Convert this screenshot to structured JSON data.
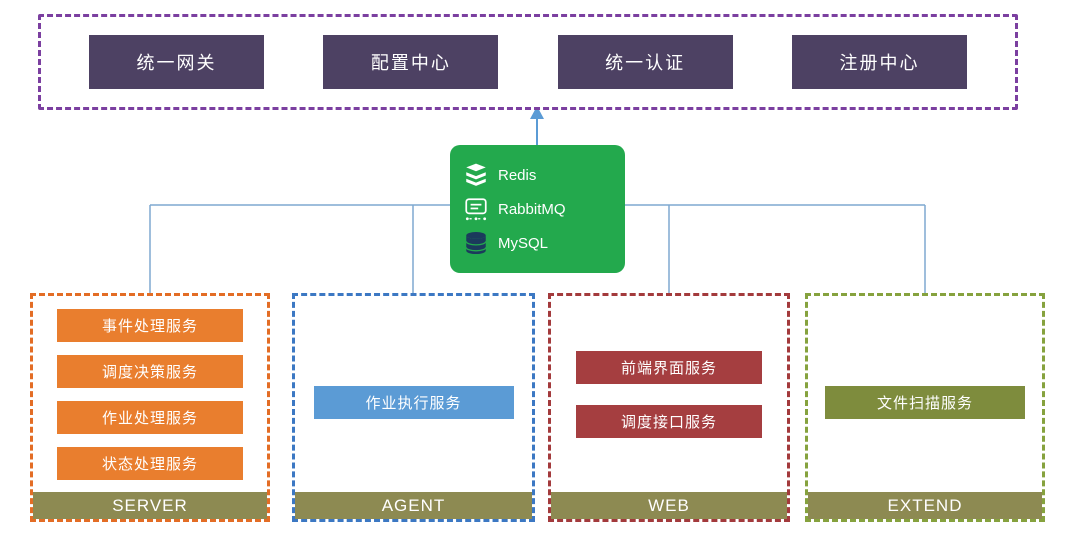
{
  "top_band": {
    "items": [
      {
        "label": "统一网关"
      },
      {
        "label": "配置中心"
      },
      {
        "label": "统一认证"
      },
      {
        "label": "注册中心"
      }
    ]
  },
  "middleware": {
    "items": [
      {
        "label": "Redis"
      },
      {
        "label": "RabbitMQ"
      },
      {
        "label": "MySQL"
      }
    ]
  },
  "groups": [
    {
      "name": "SERVER",
      "services": [
        "事件处理服务",
        "调度决策服务",
        "作业处理服务",
        "状态处理服务"
      ]
    },
    {
      "name": "AGENT",
      "services": [
        "作业执行服务"
      ]
    },
    {
      "name": "WEB",
      "services": [
        "前端界面服务",
        "调度接口服务"
      ]
    },
    {
      "name": "EXTEND",
      "services": [
        "文件扫描服务"
      ]
    }
  ],
  "colors": {
    "top_border": "#7B3FA0",
    "top_box": "#4D4163",
    "middleware_bg": "#23A94D",
    "server_box": "#E97E2E",
    "server_border": "#E36D25",
    "agent_box": "#5B9BD5",
    "agent_border": "#3C78C3",
    "web_box": "#A53E40",
    "web_border": "#A33A3C",
    "extend_box": "#7E8C3D",
    "extend_border": "#86A23E",
    "band_bg": "#8D8A52",
    "connector": "#7FA8D0"
  }
}
